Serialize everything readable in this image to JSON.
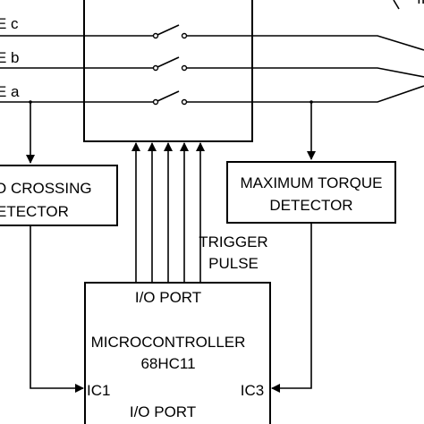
{
  "phases": {
    "c": "E c",
    "b": "E b",
    "a": "E a"
  },
  "top_right_glyph": "II",
  "zero_crossing_detector": {
    "line1": "O CROSSING",
    "line2": "ETECTOR"
  },
  "max_torque_detector": {
    "line1": "MAXIMUM TORQUE",
    "line2": "DETECTOR"
  },
  "trigger_pulse": {
    "line1": "TRIGGER",
    "line2": "PULSE"
  },
  "microcontroller": {
    "io_port_top": "I/O PORT",
    "line1": "MICROCONTROLLER",
    "line2": "68HC11",
    "ic1": "IC1",
    "ic3": "IC3",
    "io_port_bottom": "I/O PORT"
  },
  "colors": {
    "stroke": "#000000",
    "background": "#ffffff"
  }
}
